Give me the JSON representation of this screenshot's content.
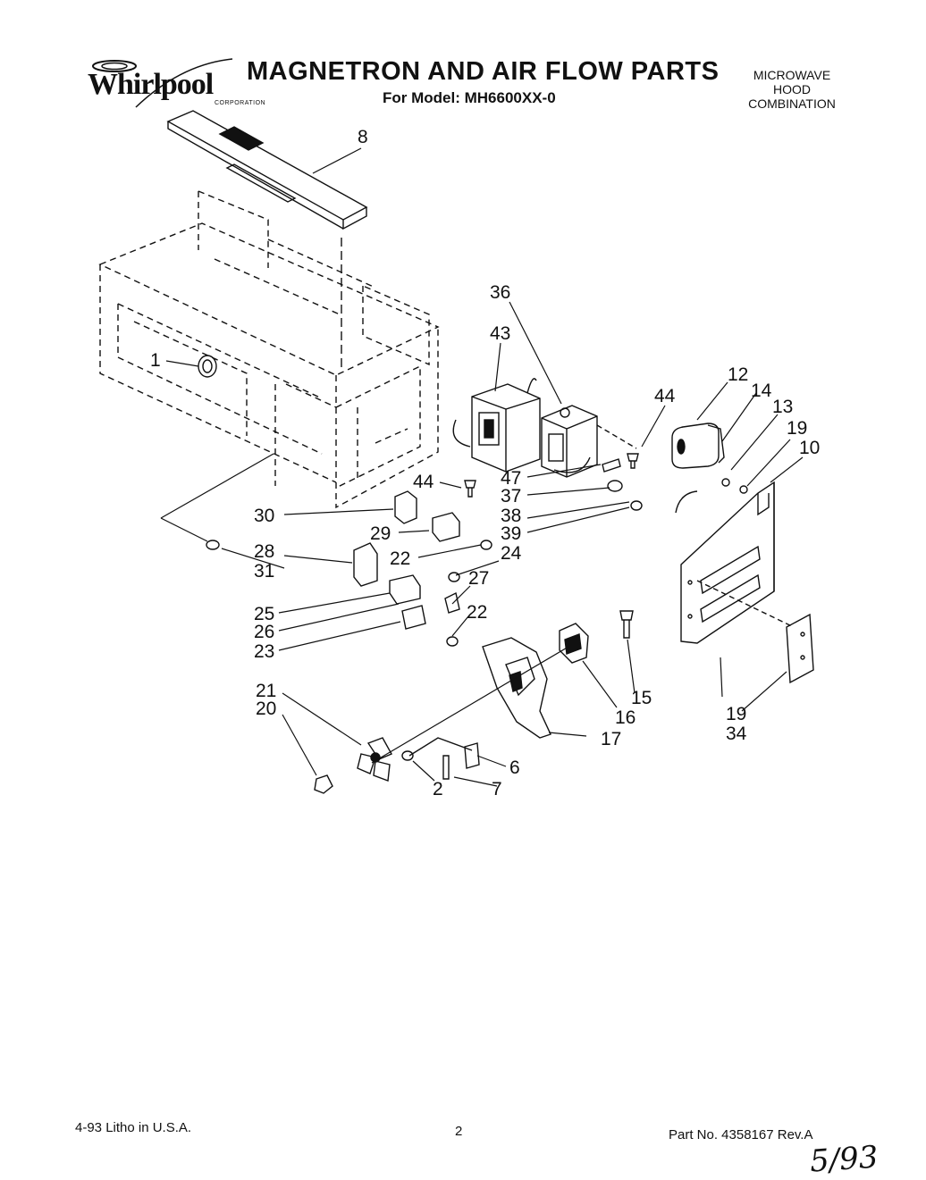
{
  "header": {
    "brand": "Whirlpool",
    "brand_sub": "CORPORATION",
    "title": "MAGNETRON AND AIR FLOW PARTS",
    "model_line": "For Model: MH6600XX-0",
    "product_type": [
      "MICROWAVE",
      "HOOD",
      "COMBINATION"
    ]
  },
  "callouts": [
    "8",
    "36",
    "43",
    "44",
    "12",
    "14",
    "13",
    "19",
    "10",
    "1",
    "44",
    "47",
    "37",
    "38",
    "39",
    "30",
    "29",
    "22",
    "24",
    "28",
    "31",
    "27",
    "25",
    "22",
    "26",
    "23",
    "15",
    "16",
    "19",
    "34",
    "21",
    "20",
    "17",
    "6",
    "2",
    "7"
  ],
  "footer": {
    "litho": "4-93 Litho in U.S.A.",
    "page_number": "2",
    "part_number": "Part No. 4358167   Rev.A",
    "handwritten_date": "5/93"
  },
  "colors": {
    "ink": "#111111",
    "paper": "#ffffff"
  }
}
